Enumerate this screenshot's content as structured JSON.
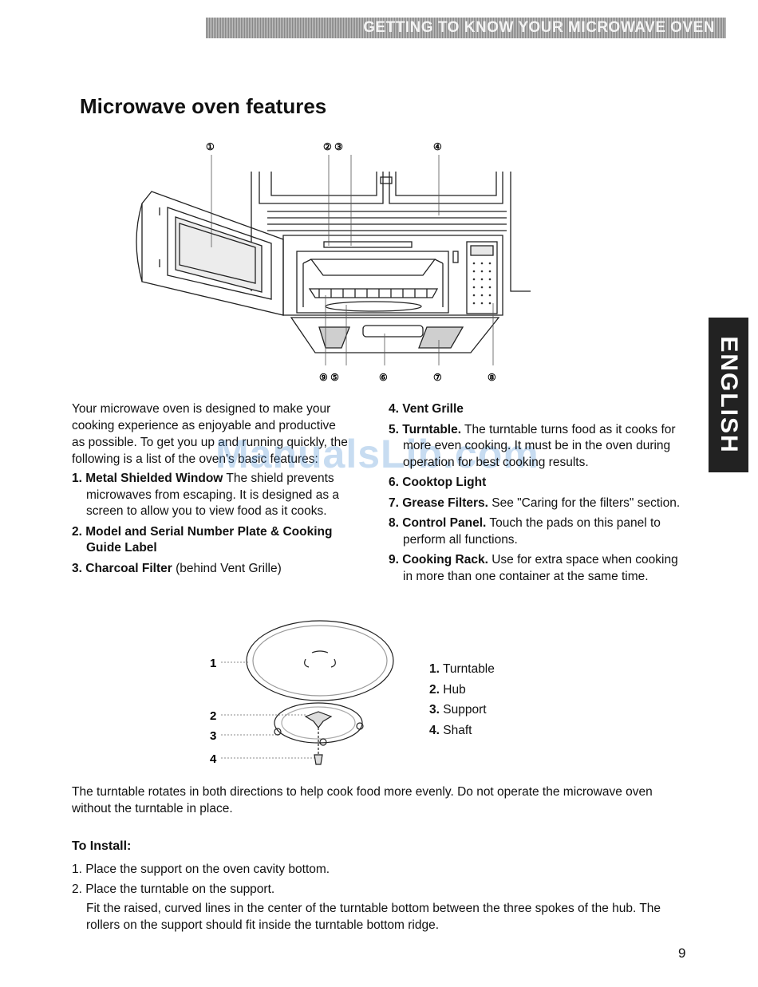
{
  "header": {
    "banner": "GETTING TO KNOW YOUR MICROWAVE OVEN"
  },
  "page": {
    "title": "Microwave oven features",
    "number": "9"
  },
  "side_tab": {
    "label": "ENGLISH"
  },
  "diagram": {
    "callouts_top": [
      "①",
      "② ③",
      "④"
    ],
    "callouts_bottom": [
      "⑨ ⑤",
      "⑥",
      "⑦",
      "⑧"
    ]
  },
  "intro": "Your microwave oven is designed to make your cooking experience as enjoyable and productive as possible. To get you up and running quickly, the following is a list of the oven's basic features:",
  "features_left": [
    {
      "num": "1.",
      "name": "Metal Shielded Window",
      "desc": " The shield prevents microwaves from escaping. It is designed as a screen to allow you to view food as it cooks."
    },
    {
      "num": "2.",
      "name": "Model and Serial Number Plate & Cooking Guide Label",
      "desc": ""
    },
    {
      "num": "3.",
      "name": "Charcoal Filter",
      "desc": " (behind Vent Grille)"
    }
  ],
  "features_right": [
    {
      "num": "4.",
      "name": "Vent Grille",
      "desc": ""
    },
    {
      "num": "5.",
      "name": "Turntable.",
      "desc": " The turntable turns food as it cooks for more even cooking. It must be in the oven during operation for best cooking results."
    },
    {
      "num": "6.",
      "name": "Cooktop Light",
      "desc": ""
    },
    {
      "num": "7.",
      "name": "Grease Filters.",
      "desc": " See \"Caring for the filters\" section."
    },
    {
      "num": "8.",
      "name": "Control Panel.",
      "desc": " Touch the pads on this panel to perform all functions."
    },
    {
      "num": "9.",
      "name": "Cooking Rack.",
      "desc": " Use for extra space when cooking in more than one container at the same time."
    }
  ],
  "turntable_callouts": [
    "1",
    "2",
    "3",
    "4"
  ],
  "turntable_parts": [
    {
      "num": "1.",
      "name": "Turntable"
    },
    {
      "num": "2.",
      "name": "Hub"
    },
    {
      "num": "3.",
      "name": "Support"
    },
    {
      "num": "4.",
      "name": "Shaft"
    }
  ],
  "turntable_note": "The turntable rotates in both directions to help cook food more evenly. Do not operate the microwave oven without the turntable in place.",
  "install": {
    "title": "To  Install:",
    "steps": [
      "1. Place the support on the oven cavity bottom.",
      "2. Place the turntable on the support."
    ],
    "note": "Fit the raised, curved lines in the center of the turntable bottom between the three spokes of the hub. The rollers on the support should fit inside the turntable bottom ridge."
  },
  "watermark": "ManualsLib.com"
}
